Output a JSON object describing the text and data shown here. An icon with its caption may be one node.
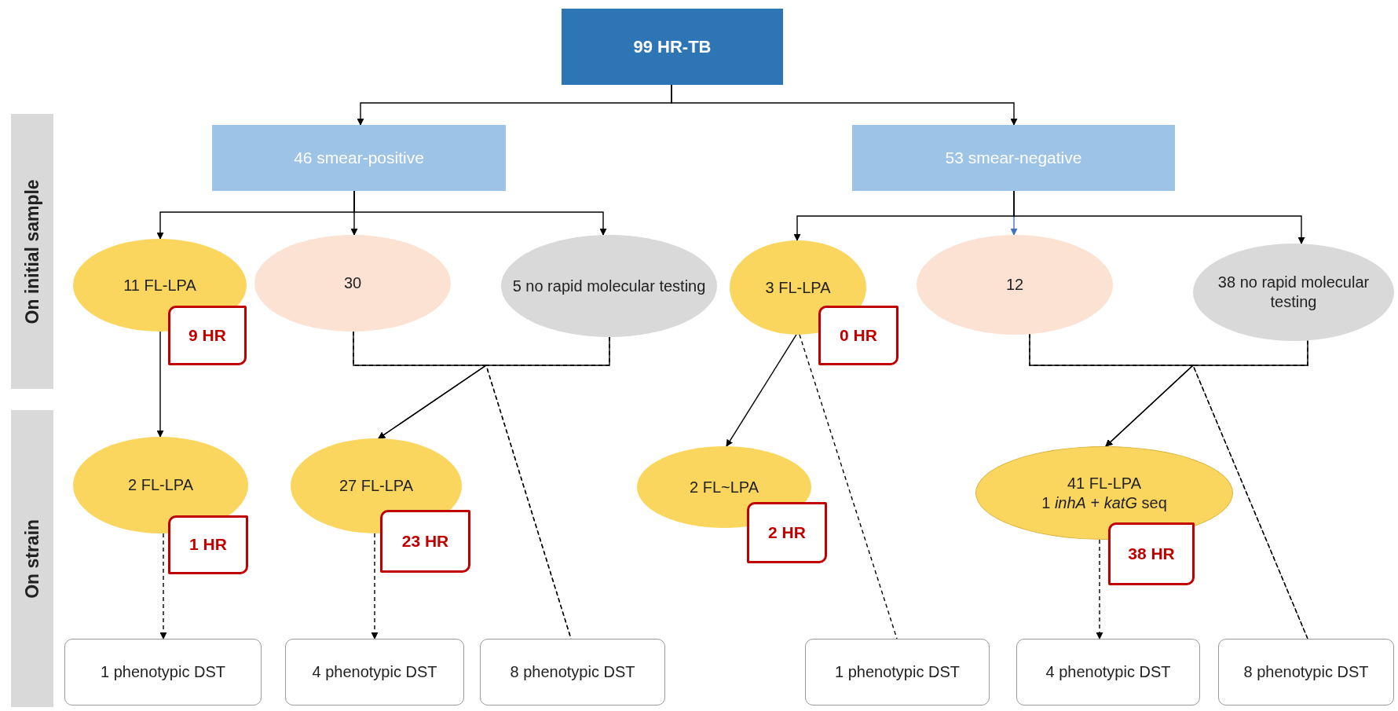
{
  "diagram": {
    "nodes": [
      {
        "text": [
          "99 HR-TB"
        ]
      },
      {
        "text": [
          "46 smear-positive"
        ]
      },
      {
        "text": [
          "53 smear-negative"
        ]
      },
      {
        "text": [
          "11 FL-LPA"
        ]
      },
      {
        "text": [
          "9 HR"
        ]
      },
      {
        "text": [
          "30"
        ]
      },
      {
        "text": [
          "5 no rapid molecular testing"
        ]
      },
      {
        "text": [
          "3 FL-LPA"
        ]
      },
      {
        "text": [
          "0 HR"
        ]
      },
      {
        "text": [
          "12"
        ]
      },
      {
        "text": [
          "38 no rapid molecular testing"
        ]
      },
      {
        "text": [
          "2 FL-LPA"
        ]
      },
      {
        "text": [
          "1 HR"
        ]
      },
      {
        "text": [
          "27 FL-LPA"
        ]
      },
      {
        "text": [
          "23 HR"
        ]
      },
      {
        "text": [
          "2 FL~LPA"
        ]
      },
      {
        "text": [
          "2 HR"
        ]
      },
      {
        "text": [
          "41 FL-LPA",
          "1 *inhA* + *katG* seq"
        ]
      },
      {
        "text": [
          "38 HR"
        ]
      },
      {
        "text": [
          "1 phenotypic DST"
        ]
      },
      {
        "text": [
          "4 phenotypic DST"
        ]
      },
      {
        "text": [
          "8 phenotypic DST"
        ]
      },
      {
        "text": [
          "1 phenotypic DST"
        ]
      },
      {
        "text": [
          "4 phenotypic DST"
        ]
      },
      {
        "text": [
          "8 phenotypic DST"
        ]
      },
      {
        "text": [
          "On initial sample"
        ]
      },
      {
        "text": [
          "On strain"
        ]
      }
    ],
    "edges": [
      {
        "from": 0,
        "to": 1,
        "arrow": "to"
      },
      {
        "from": 0,
        "to": 2,
        "arrow": "to"
      },
      {
        "from": 1,
        "to": 3,
        "arrow": "to"
      },
      {
        "from": 1,
        "to": 5,
        "arrow": "to"
      },
      {
        "from": 1,
        "to": 6,
        "arrow": "to"
      },
      {
        "from": 2,
        "to": 7,
        "arrow": "to"
      },
      {
        "from": 2,
        "to": 9,
        "arrow": "to",
        "color": "#4472c4"
      },
      {
        "from": 2,
        "to": 10,
        "arrow": "to"
      },
      {
        "from": 3,
        "to": 11,
        "arrow": "to"
      },
      {
        "from": 5,
        "to": 13,
        "arrow": "to"
      },
      {
        "from": 6,
        "to": 13,
        "arrow": "to"
      },
      {
        "from": 5,
        "to": 21,
        "arrow": "none",
        "style": "dashed"
      },
      {
        "from": 6,
        "to": 21,
        "arrow": "none",
        "style": "dashed"
      },
      {
        "from": 11,
        "to": 19,
        "arrow": "to",
        "style": "dashed"
      },
      {
        "from": 13,
        "to": 20,
        "arrow": "to",
        "style": "dashed"
      },
      {
        "from": 7,
        "to": 15,
        "arrow": "to"
      },
      {
        "from": 7,
        "to": 22,
        "arrow": "none",
        "style": "dashed"
      },
      {
        "from": 9,
        "to": 17,
        "arrow": "to"
      },
      {
        "from": 10,
        "to": 17,
        "arrow": "to"
      },
      {
        "from": 9,
        "to": 24,
        "arrow": "none",
        "style": "dashed"
      },
      {
        "from": 10,
        "to": 24,
        "arrow": "none",
        "style": "dashed"
      },
      {
        "from": 17,
        "to": 23,
        "arrow": "to",
        "style": "dashed"
      }
    ]
  }
}
